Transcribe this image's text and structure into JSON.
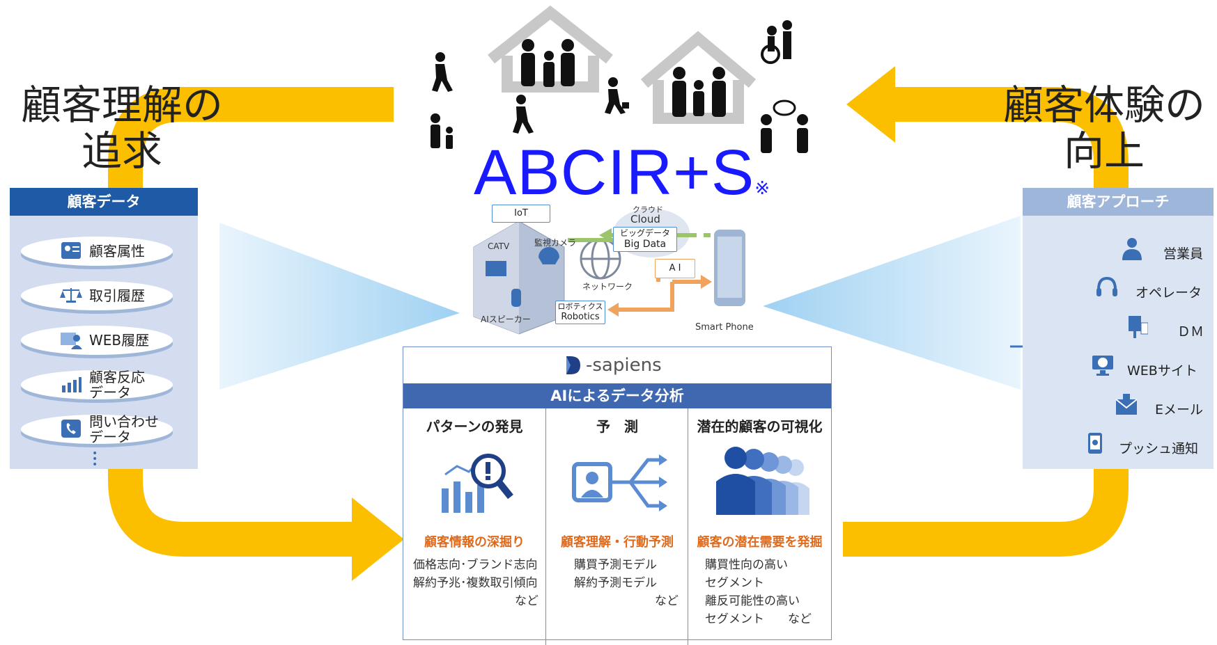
{
  "left_title": [
    "顧客理解の",
    "追求"
  ],
  "right_title": [
    "顧客体験の",
    "向上"
  ],
  "center_title": "ABCIR+S",
  "center_title_mark": "※",
  "left_panel": {
    "header": "顧客データ",
    "items": [
      "顧客属性",
      "取引履歴",
      "WEB履歴",
      "顧客反応\nデータ",
      "問い合わせ\nデータ"
    ]
  },
  "right_panel": {
    "header": "顧客アプローチ",
    "items": [
      "営業員",
      "オペレータ",
      "ＤＭ",
      "WEBサイト",
      "Eメール",
      "プッシュ通知"
    ]
  },
  "iot_diagram": {
    "iot": "IoT",
    "catv": "CATV",
    "camera": "監視カメラ",
    "ai_speaker": "AIスピーカー",
    "network": "ネットワーク",
    "cloud_jp": "クラウド",
    "cloud_en": "Cloud",
    "bigdata_jp": "ビッグデータ",
    "bigdata_en": "Big Data",
    "ai": "A I",
    "robotics_jp": "ロボティクス",
    "robotics_en": "Robotics",
    "smartphone": "Smart Phone"
  },
  "dsapiens": {
    "logo": "-sapiens",
    "band": "AIによるデータ分析",
    "columns": [
      {
        "head": "パターンの発見",
        "orange": "顧客情報の深掘り",
        "lines": [
          "価格志向･ブランド志向",
          "解約予兆･複数取引傾向",
          "など"
        ]
      },
      {
        "head": "予　測",
        "orange": "顧客理解・行動予測",
        "lines": [
          "購買予測モデル",
          "解約予測モデル",
          "など"
        ]
      },
      {
        "head": "潜在的顧客の可視化",
        "orange": "顧客の潜在需要を発掘",
        "lines": [
          "購買性向の高い",
          "セグメント",
          "離反可能性の高い",
          "セグメント　　など"
        ]
      }
    ]
  },
  "colors": {
    "arrow": "#fcbf00",
    "blue_text": "#1a1aff",
    "panel_head": "#1f5aa6",
    "panel_bg": "#d3ddef",
    "orange_text": "#e06a1b"
  }
}
